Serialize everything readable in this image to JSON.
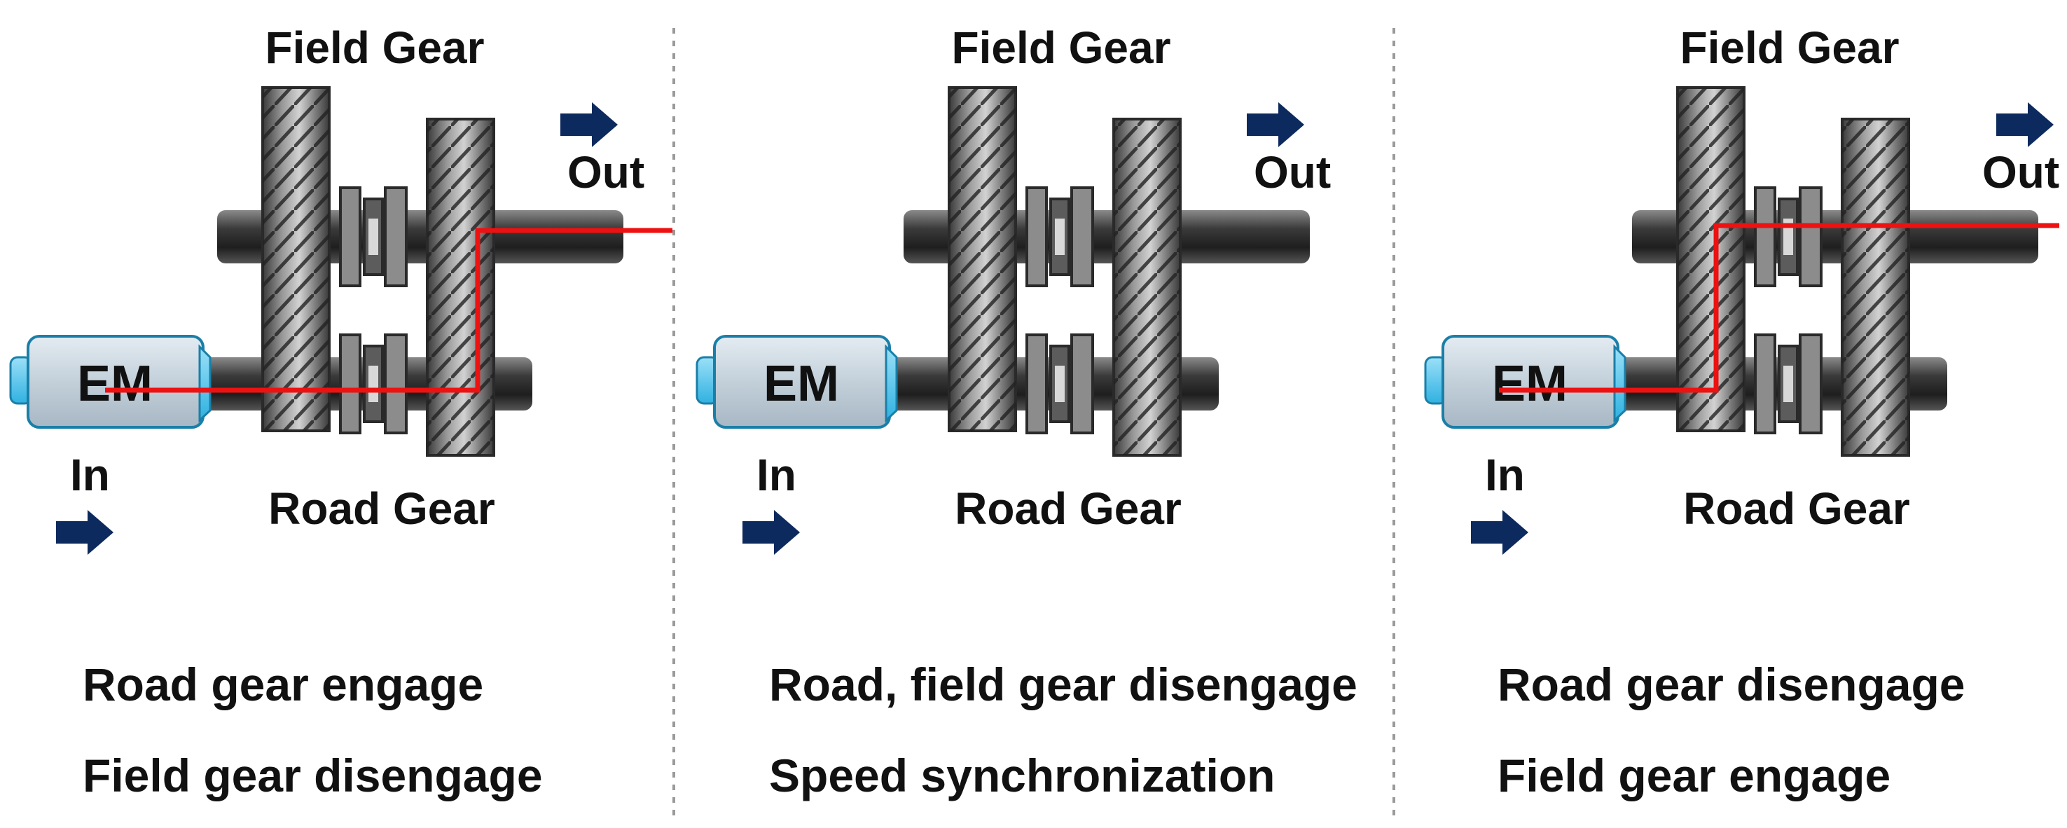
{
  "panels": [
    {
      "field_gear": "Field Gear",
      "road_gear": "Road Gear",
      "in": "In",
      "out": "Out",
      "motor": "EM",
      "caption_line1": "Road gear engage",
      "caption_line2": "Field gear disengage",
      "power_path": "road"
    },
    {
      "field_gear": "Field Gear",
      "road_gear": "Road Gear",
      "in": "In",
      "out": "Out",
      "motor": "EM",
      "caption_line1": "Road, field gear disengage",
      "caption_line2": "Speed synchronization",
      "power_path": "none"
    },
    {
      "field_gear": "Field Gear",
      "road_gear": "Road Gear",
      "in": "In",
      "out": "Out",
      "motor": "EM",
      "caption_line1": "Road gear disengage",
      "caption_line2": "Field gear engage",
      "power_path": "field"
    }
  ],
  "colors": {
    "power_path": "#ee1111",
    "arrow": "#0d2a5e",
    "motor_body": "#c9d6df",
    "motor_cap": "#5ec8ee",
    "shaft": "#3c3c3c",
    "gear": "#6e6e6e",
    "divider": "#9a9a9a"
  }
}
